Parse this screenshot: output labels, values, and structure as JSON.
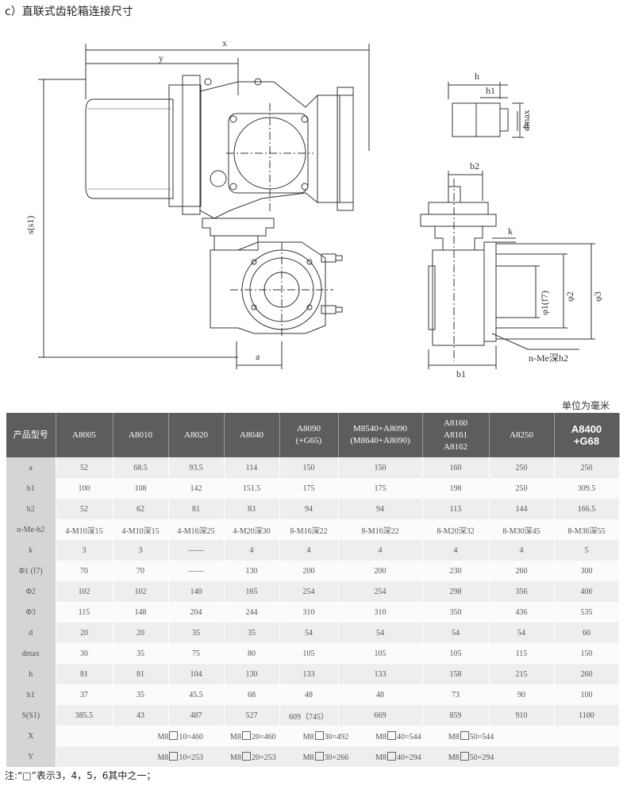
{
  "title": "c）直联式齿轮箱连接尺寸",
  "drawing_labels": {
    "x": "x",
    "y": "y",
    "s": "s(s1)",
    "a": "a",
    "h": "h",
    "h1": "h1",
    "dmax": "dmax",
    "d": "d",
    "b2": "b2",
    "k": "k",
    "phi1": "φ1(f7)",
    "phi2": "φ2",
    "phi3": "φ3",
    "nmeh2": "n-Me深h2",
    "b1": "b1"
  },
  "unit_note": "单位为毫米",
  "table": {
    "headers": [
      {
        "lines": [
          "产品型号"
        ]
      },
      {
        "lines": [
          "A8005"
        ]
      },
      {
        "lines": [
          "A8010"
        ]
      },
      {
        "lines": [
          "A8020"
        ]
      },
      {
        "lines": [
          "A8040"
        ]
      },
      {
        "lines": [
          "A8090",
          "(+G65)"
        ]
      },
      {
        "lines": [
          "M8540+A8090",
          "(M8640+A8090)"
        ]
      },
      {
        "lines": [
          "A8160",
          "A8161",
          "A8162"
        ]
      },
      {
        "lines": [
          "A8250"
        ]
      },
      {
        "lines": [
          "A8400",
          "+G68"
        ]
      }
    ],
    "rows": [
      {
        "label": "a",
        "cells": [
          "52",
          "68.5",
          "93.5",
          "114",
          "150",
          "150",
          "160",
          "250",
          "250"
        ]
      },
      {
        "label": "b1",
        "cells": [
          "100",
          "108",
          "142",
          "151.5",
          "175",
          "175",
          "198",
          "250",
          "309.5"
        ]
      },
      {
        "label": "b2",
        "cells": [
          "52",
          "62",
          "81",
          "83",
          "94",
          "94",
          "113",
          "144",
          "166.5"
        ]
      },
      {
        "label": "n-Me-h2",
        "cells": [
          "4-M10深15",
          "4-M10深15",
          "4-M16深25",
          "4-M20深30",
          "8-M16深22",
          "8-M16深22",
          "8-M20深32",
          "8-M30深45",
          "8-M36深55"
        ]
      },
      {
        "label": "k",
        "cells": [
          "3",
          "3",
          "——",
          "4",
          "4",
          "4",
          "4",
          "4",
          "5"
        ]
      },
      {
        "label": "Φ1 (f7)",
        "cells": [
          "70",
          "70",
          "——",
          "130",
          "200",
          "200",
          "230",
          "260",
          "300"
        ]
      },
      {
        "label": "Φ2",
        "cells": [
          "102",
          "102",
          "140",
          "165",
          "254",
          "254",
          "298",
          "356",
          "406"
        ]
      },
      {
        "label": "Φ3",
        "cells": [
          "115",
          "148",
          "204",
          "244",
          "310",
          "310",
          "350",
          "436",
          "535"
        ]
      },
      {
        "label": "d",
        "cells": [
          "20",
          "20",
          "35",
          "35",
          "54",
          "54",
          "54",
          "54",
          "60"
        ]
      },
      {
        "label": "dmax",
        "cells": [
          "30",
          "35",
          "75",
          "80",
          "105",
          "105",
          "105",
          "115",
          "150"
        ]
      },
      {
        "label": "h",
        "cells": [
          "81",
          "81",
          "104",
          "130",
          "133",
          "133",
          "158",
          "215",
          "260"
        ]
      },
      {
        "label": "h1",
        "cells": [
          "37",
          "35",
          "45.5",
          "68",
          "48",
          "48",
          "73",
          "90",
          "100"
        ]
      },
      {
        "label": "S(S1)",
        "cells": [
          "385.5",
          "43",
          "487",
          "527",
          "609（745）",
          "669",
          "859",
          "910",
          "1100"
        ]
      }
    ],
    "x_row": {
      "label": "X",
      "items": [
        {
          "pre": "M8",
          "post": "10=460"
        },
        {
          "pre": "M8",
          "post": "20=460"
        },
        {
          "pre": "M8",
          "post": "30=492"
        },
        {
          "pre": "M8",
          "post": "40=544"
        },
        {
          "pre": "M8",
          "post": "50=544"
        }
      ]
    },
    "y_row": {
      "label": "Y",
      "items": [
        {
          "pre": "M8",
          "post": "10=253"
        },
        {
          "pre": "M8",
          "post": "20=253"
        },
        {
          "pre": "M8",
          "post": "30=266"
        },
        {
          "pre": "M8",
          "post": "40=294"
        },
        {
          "pre": "M8",
          "post": "50=294"
        }
      ]
    }
  },
  "footnote": "注:“□”表示3，4，5，6其中之一；"
}
